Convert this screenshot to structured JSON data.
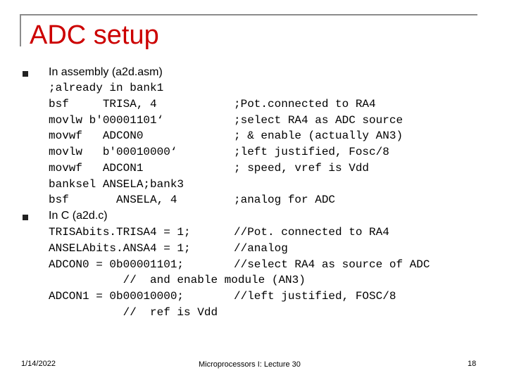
{
  "slide": {
    "title": "ADC setup",
    "bullets": [
      {
        "lines": [
          {
            "text": "In assembly (a2d.asm)",
            "comment": ""
          },
          {
            "text": ";already in bank1",
            "comment": ""
          },
          {
            "text": "bsf     TRISA, 4",
            "comment": ";Pot.connected to RA4"
          },
          {
            "text": "movlw b'00001101‘",
            "comment": ";select RA4 as ADC source"
          },
          {
            "text": "movwf   ADCON0",
            "comment": "; & enable (actually AN3)"
          },
          {
            "text": "movlw   b'00010000‘",
            "comment": ";left justified, Fosc/8"
          },
          {
            "text": "movwf   ADCON1",
            "comment": "; speed, vref is Vdd"
          },
          {
            "text": "banksel ANSELA;bank3",
            "comment": ""
          },
          {
            "text": "bsf       ANSELA, 4",
            "comment": ";analog for ADC"
          }
        ]
      },
      {
        "lines": [
          {
            "text": "In C (a2d.c)",
            "comment": ""
          },
          {
            "text": "TRISAbits.TRISA4 = 1;",
            "comment": "//Pot. connected to RA4"
          },
          {
            "text": "ANSELAbits.ANSA4 = 1;",
            "comment": "//analog"
          },
          {
            "text": "ADCON0 = 0b00001101;",
            "comment": "//select RA4 as source of ADC"
          },
          {
            "text": "           //  and enable module (AN3)",
            "comment": ""
          },
          {
            "text": "ADCON1 = 0b00010000;",
            "comment": "//left justified, FOSC/8"
          },
          {
            "text": "           //  ref is Vdd",
            "comment": ""
          }
        ]
      }
    ]
  },
  "footer": {
    "date": "1/14/2022",
    "course": "Microprocessors I: Lecture 30",
    "page_number": "18"
  }
}
